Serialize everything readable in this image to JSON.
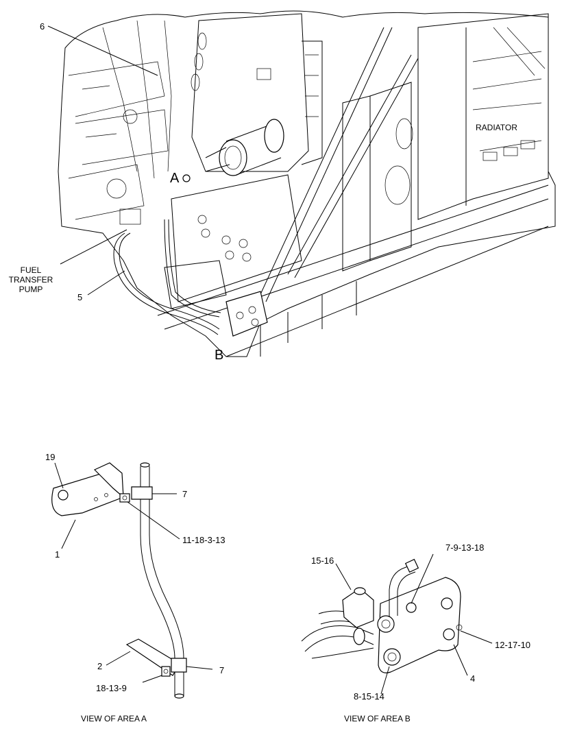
{
  "main_view": {
    "callouts": {
      "c6": "6",
      "c5": "5",
      "area_a": "A",
      "area_b": "B"
    },
    "labels": {
      "radiator": "RADIATOR",
      "fuel_transfer_pump_line1": "FUEL",
      "fuel_transfer_pump_line2": "TRANSFER",
      "fuel_transfer_pump_line3": "PUMP"
    }
  },
  "detail_a": {
    "caption": "VIEW OF AREA  A",
    "callouts": {
      "c19": "19",
      "c7_top": "7",
      "c11_18_3_13": "11-18-3-13",
      "c1": "1",
      "c2": "2",
      "c7_bottom": "7",
      "c18_13_9": "18-13-9"
    }
  },
  "detail_b": {
    "caption": "VIEW OF AREA  B",
    "callouts": {
      "c15_16": "15-16",
      "c7_9_13_18": "7-9-13-18",
      "c12_17_10": "12-17-10",
      "c4": "4",
      "c8_15_14": "8-15-14"
    }
  }
}
